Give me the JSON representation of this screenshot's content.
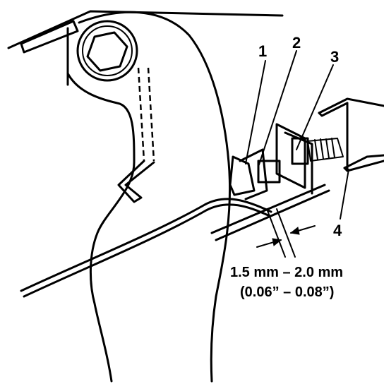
{
  "callouts": {
    "c1": "1",
    "c2": "2",
    "c3": "3",
    "c4": "4"
  },
  "dimension": {
    "metric": "1.5 mm – 2.0 mm",
    "imperial": "(0.06” – 0.08”)"
  },
  "colors": {
    "ink": "#000000",
    "paper": "#ffffff"
  }
}
